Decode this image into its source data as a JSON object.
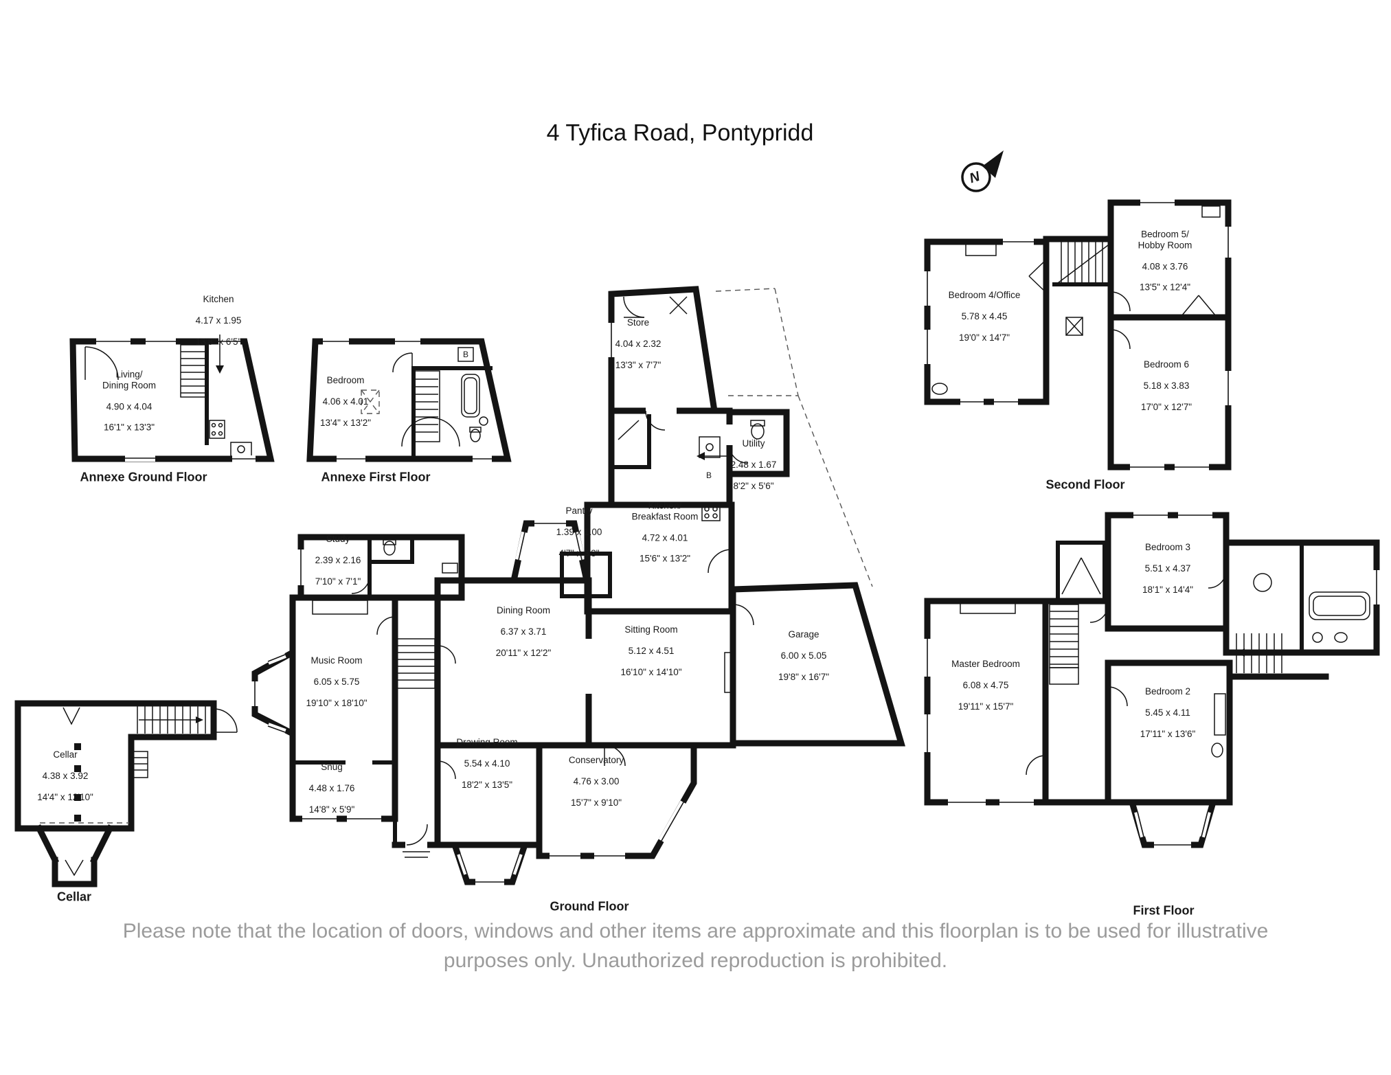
{
  "title": "4 Tyfica Road, Pontypridd",
  "misc": {
    "compass_label": "N",
    "boiler_label": "B"
  },
  "disclaimer": {
    "line1": "Please note that the location of doors, windows and other items are approximate and this floorplan is to be used for illustrative",
    "line2": "purposes only. Unauthorized reproduction is prohibited."
  },
  "plans": {
    "annexe_ground": {
      "caption": "Annexe Ground Floor",
      "rooms": {
        "living_dining": {
          "name": "Living/\nDining Room",
          "metric": "4.90 x 4.04",
          "imperial": "16'1\" x 13'3\""
        },
        "kitchen": {
          "name": "Kitchen",
          "metric": "4.17 x 1.95",
          "imperial": "13'8\" x 6'5\""
        }
      }
    },
    "annexe_first": {
      "caption": "Annexe First Floor",
      "rooms": {
        "bedroom": {
          "name": "Bedroom",
          "metric": "4.06 x 4.01",
          "imperial": "13'4\" x 13'2\""
        }
      }
    },
    "cellar": {
      "caption": "Cellar",
      "rooms": {
        "cellar": {
          "name": "Cellar",
          "metric": "4.38 x 3.92",
          "imperial": "14'4\" x 12'10\""
        }
      }
    },
    "ground": {
      "caption": "Ground Floor",
      "rooms": {
        "study": {
          "name": "Study",
          "metric": "2.39 x 2.16",
          "imperial": "7'10\" x 7'1\""
        },
        "music": {
          "name": "Music Room",
          "metric": "6.05 x 5.75",
          "imperial": "19'10\" x 18'10\""
        },
        "snug": {
          "name": "Snug",
          "metric": "4.48 x 1.76",
          "imperial": "14'8\" x 5'9\""
        },
        "dining": {
          "name": "Dining Room",
          "metric": "6.37 x 3.71",
          "imperial": "20'11\" x 12'2\""
        },
        "drawing": {
          "name": "Drawing Room",
          "metric": "5.54 x 4.10",
          "imperial": "18'2\" x 13'5\""
        },
        "pantry": {
          "name": "Pantry",
          "metric": "1.39 x 1.00",
          "imperial": "4'7\" x 3'3\""
        },
        "kitchen_breakfast": {
          "name": "Kitchen/\nBreakfast Room",
          "metric": "4.72 x 4.01",
          "imperial": "15'6\" x 13'2\""
        },
        "sitting": {
          "name": "Sitting Room",
          "metric": "5.12 x 4.51",
          "imperial": "16'10\" x 14'10\""
        },
        "utility": {
          "name": "Utility",
          "metric": "2.48 x 1.67",
          "imperial": "8'2\" x 5'6\""
        },
        "store": {
          "name": "Store",
          "metric": "4.04 x 2.32",
          "imperial": "13'3\" x 7'7\""
        },
        "conservatory": {
          "name": "Conservatory",
          "metric": "4.76 x 3.00",
          "imperial": "15'7\" x 9'10\""
        },
        "garage": {
          "name": "Garage",
          "metric": "6.00 x 5.05",
          "imperial": "19'8\" x 16'7\""
        }
      }
    },
    "first": {
      "caption": "First Floor",
      "rooms": {
        "master": {
          "name": "Master Bedroom",
          "metric": "6.08 x 4.75",
          "imperial": "19'11\" x 15'7\""
        },
        "bedroom2": {
          "name": "Bedroom 2",
          "metric": "5.45 x 4.11",
          "imperial": "17'11\" x 13'6\""
        },
        "bedroom3": {
          "name": "Bedroom 3",
          "metric": "5.51 x 4.37",
          "imperial": "18'1\" x 14'4\""
        }
      }
    },
    "second": {
      "caption": "Second Floor",
      "rooms": {
        "bedroom4": {
          "name": "Bedroom 4/Office",
          "metric": "5.78 x 4.45",
          "imperial": "19'0\" x 14'7\""
        },
        "bedroom5": {
          "name": "Bedroom 5/\nHobby Room",
          "metric": "4.08 x 3.76",
          "imperial": "13'5\" x 12'4\""
        },
        "bedroom6": {
          "name": "Bedroom 6",
          "metric": "5.18 x 3.83",
          "imperial": "17'0\" x 12'7\""
        }
      }
    }
  }
}
